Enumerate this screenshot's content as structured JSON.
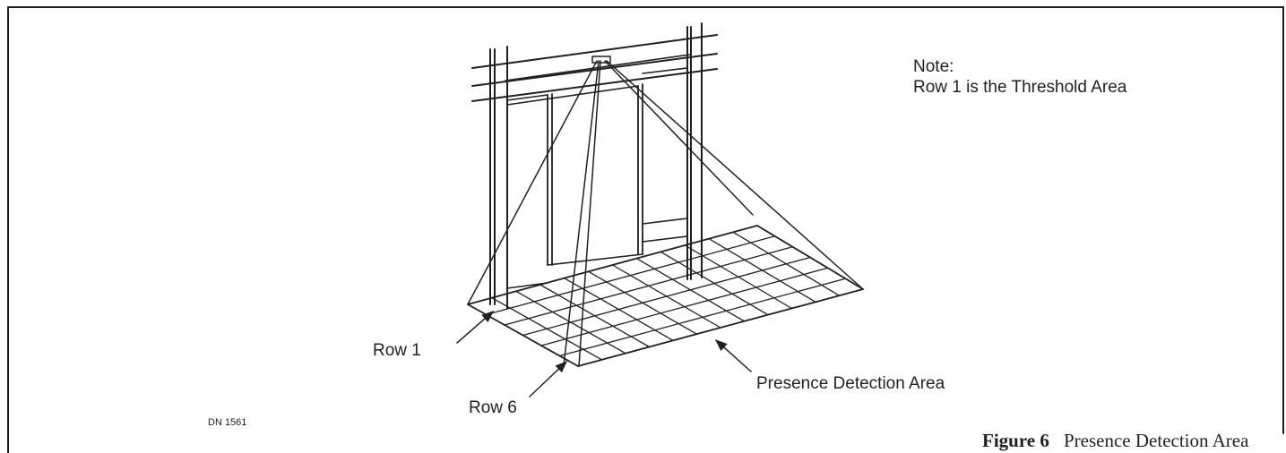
{
  "diagram": {
    "note": {
      "heading": "Note:",
      "text": "Row 1 is the Threshold Area"
    },
    "labels": {
      "row_first": "Row 1",
      "row_last": "Row 6",
      "presence_area": "Presence Detection Area"
    },
    "drawing_number": "DN 1561",
    "grid": {
      "rows": 6,
      "columns": 12
    }
  },
  "caption": {
    "figure_label": "Figure 6",
    "figure_title": "Presence Detection Area"
  }
}
